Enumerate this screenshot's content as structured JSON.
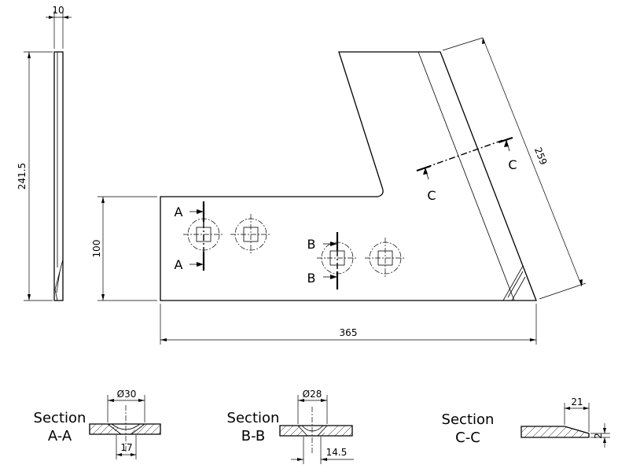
{
  "dimensions": {
    "side_thickness": "10",
    "side_height": "241.5",
    "plate_height": "100",
    "total_width": "365",
    "edge_length": "259"
  },
  "section_markers": {
    "a": "A",
    "b": "B",
    "c": "C"
  },
  "sections": {
    "aa": {
      "title_line1": "Section",
      "title_line2": "A-A",
      "diameter": "Ø30",
      "width": "17"
    },
    "bb": {
      "title_line1": "Section",
      "title_line2": "B-B",
      "diameter": "Ø28",
      "width": "14.5"
    },
    "cc": {
      "title_line1": "Section",
      "title_line2": "C-C",
      "bevel_length": "21",
      "thickness": "2"
    }
  }
}
